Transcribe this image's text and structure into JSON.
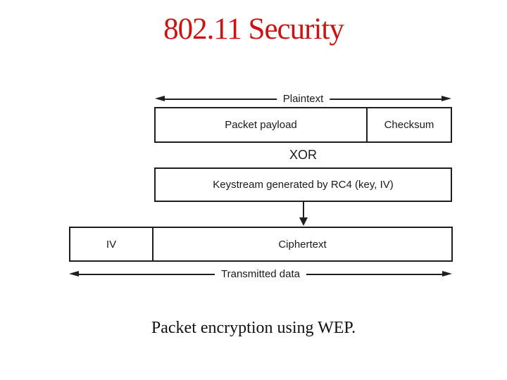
{
  "title": "802.11 Security",
  "caption": "Packet encryption using WEP.",
  "diagram": {
    "plaintext_arrow_label": "Plaintext",
    "payload_cell": "Packet payload",
    "checksum_cell": "Checksum",
    "xor_label": "XOR",
    "keystream_box_label": "Keystream generated by RC4 (key, IV)",
    "iv_cell": "IV",
    "ciphertext_cell": "Ciphertext",
    "transmitted_arrow_label": "Transmitted data"
  },
  "colors": {
    "title_red": "#cc1212",
    "caption_black": "#111111",
    "diagram_line": "#1f1f1f",
    "background": "#ffffff"
  }
}
